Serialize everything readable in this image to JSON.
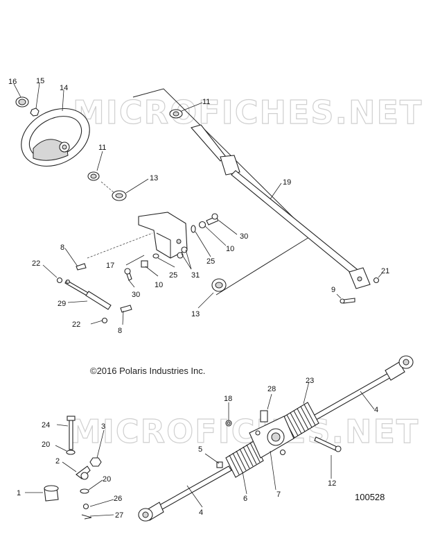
{
  "watermark": {
    "top": "MICROFICHES.NET",
    "bottom": "MICROFICHES.NET"
  },
  "copyright": "©2016 Polaris Industries Inc.",
  "diagram_number": "100528",
  "callouts": {
    "c16": "16",
    "c15": "15",
    "c14": "14",
    "c11a": "11",
    "c11b": "11",
    "c13a": "13",
    "c13b": "13",
    "c19": "19",
    "c30a": "30",
    "c30b": "30",
    "c10a": "10",
    "c10b": "10",
    "c25a": "25",
    "c25b": "25",
    "c8a": "8",
    "c8b": "8",
    "c22a": "22",
    "c22b": "22",
    "c17": "17",
    "c31": "31",
    "c29": "29",
    "c21": "21",
    "c9": "9",
    "c18": "18",
    "c28": "28",
    "c23": "23",
    "c4a": "4",
    "c4b": "4",
    "c24": "24",
    "c3": "3",
    "c20a": "20",
    "c20b": "20",
    "c2": "2",
    "c1": "1",
    "c26": "26",
    "c27": "27",
    "c5": "5",
    "c6": "6",
    "c7": "7",
    "c12": "12"
  }
}
